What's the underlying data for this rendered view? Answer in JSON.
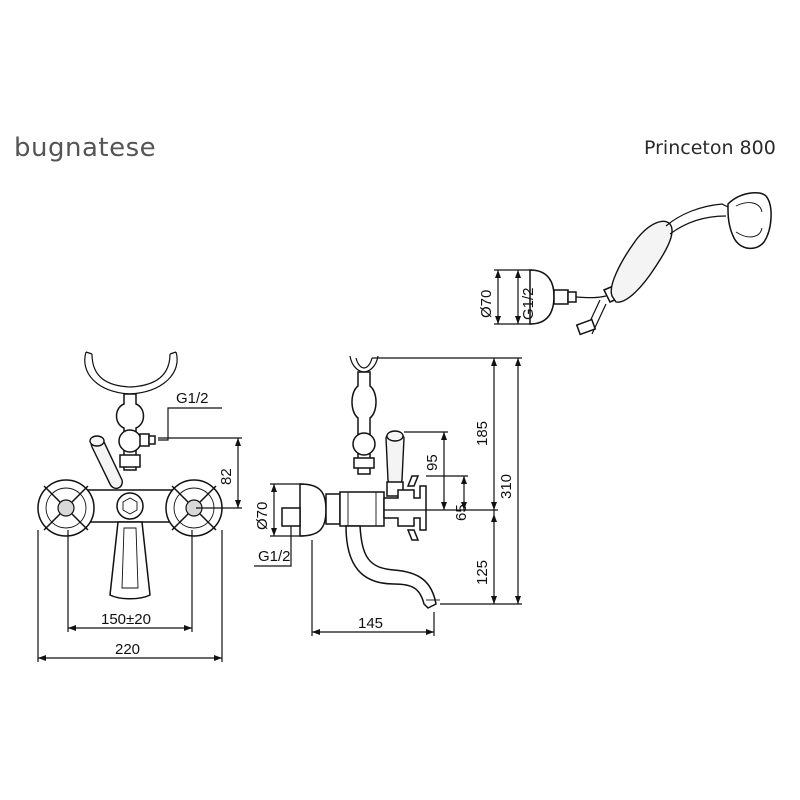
{
  "header": {
    "brand": "bugnatese",
    "model": "Princeton 800"
  },
  "front_view": {
    "dimensions": {
      "inlet_thread": "G1/2",
      "height_82": "82",
      "centres": "150±20",
      "width": "220"
    }
  },
  "side_view": {
    "dimensions": {
      "diameter": "Ø70",
      "thread": "G1/2",
      "height_95": "95",
      "height_185": "185",
      "height_65": "65",
      "height_310": "310",
      "height_125": "125",
      "spout_reach": "145"
    }
  },
  "hand_shower": {
    "dimensions": {
      "diameter": "Ø70",
      "thread": "G1/2"
    }
  }
}
